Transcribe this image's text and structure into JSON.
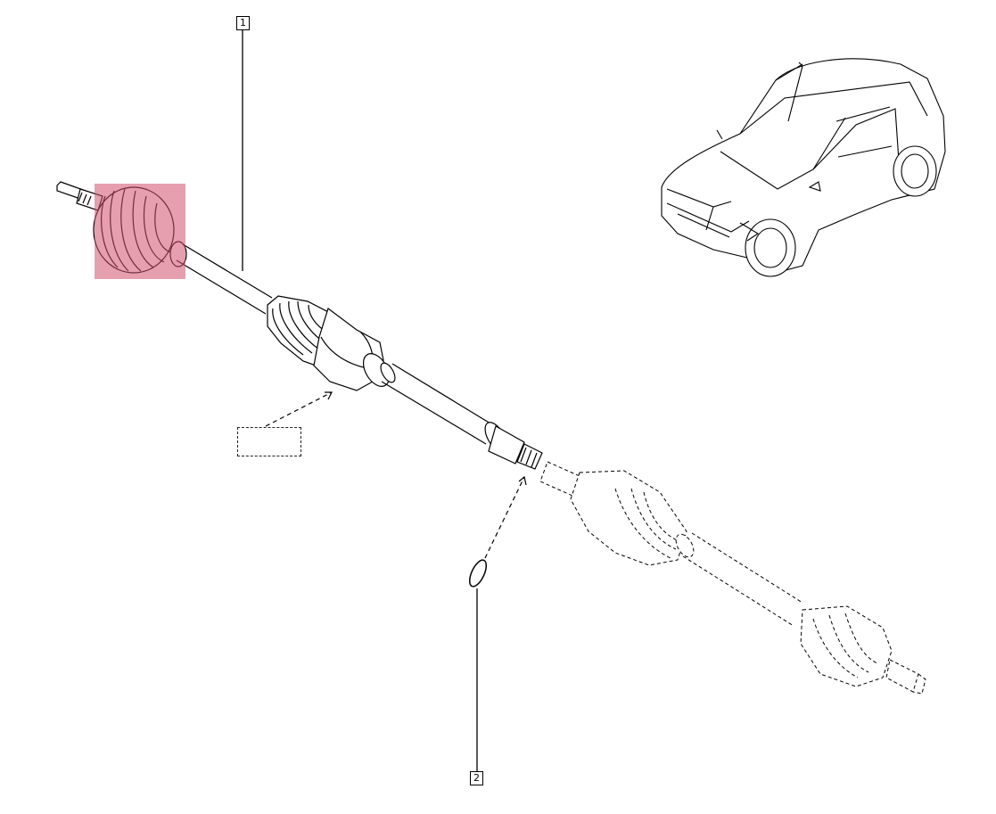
{
  "diagram": {
    "callouts": [
      {
        "id": "1",
        "label": "1"
      },
      {
        "id": "2",
        "label": "2"
      }
    ],
    "highlight_color": "#d2506e",
    "line_color": "#000000"
  }
}
